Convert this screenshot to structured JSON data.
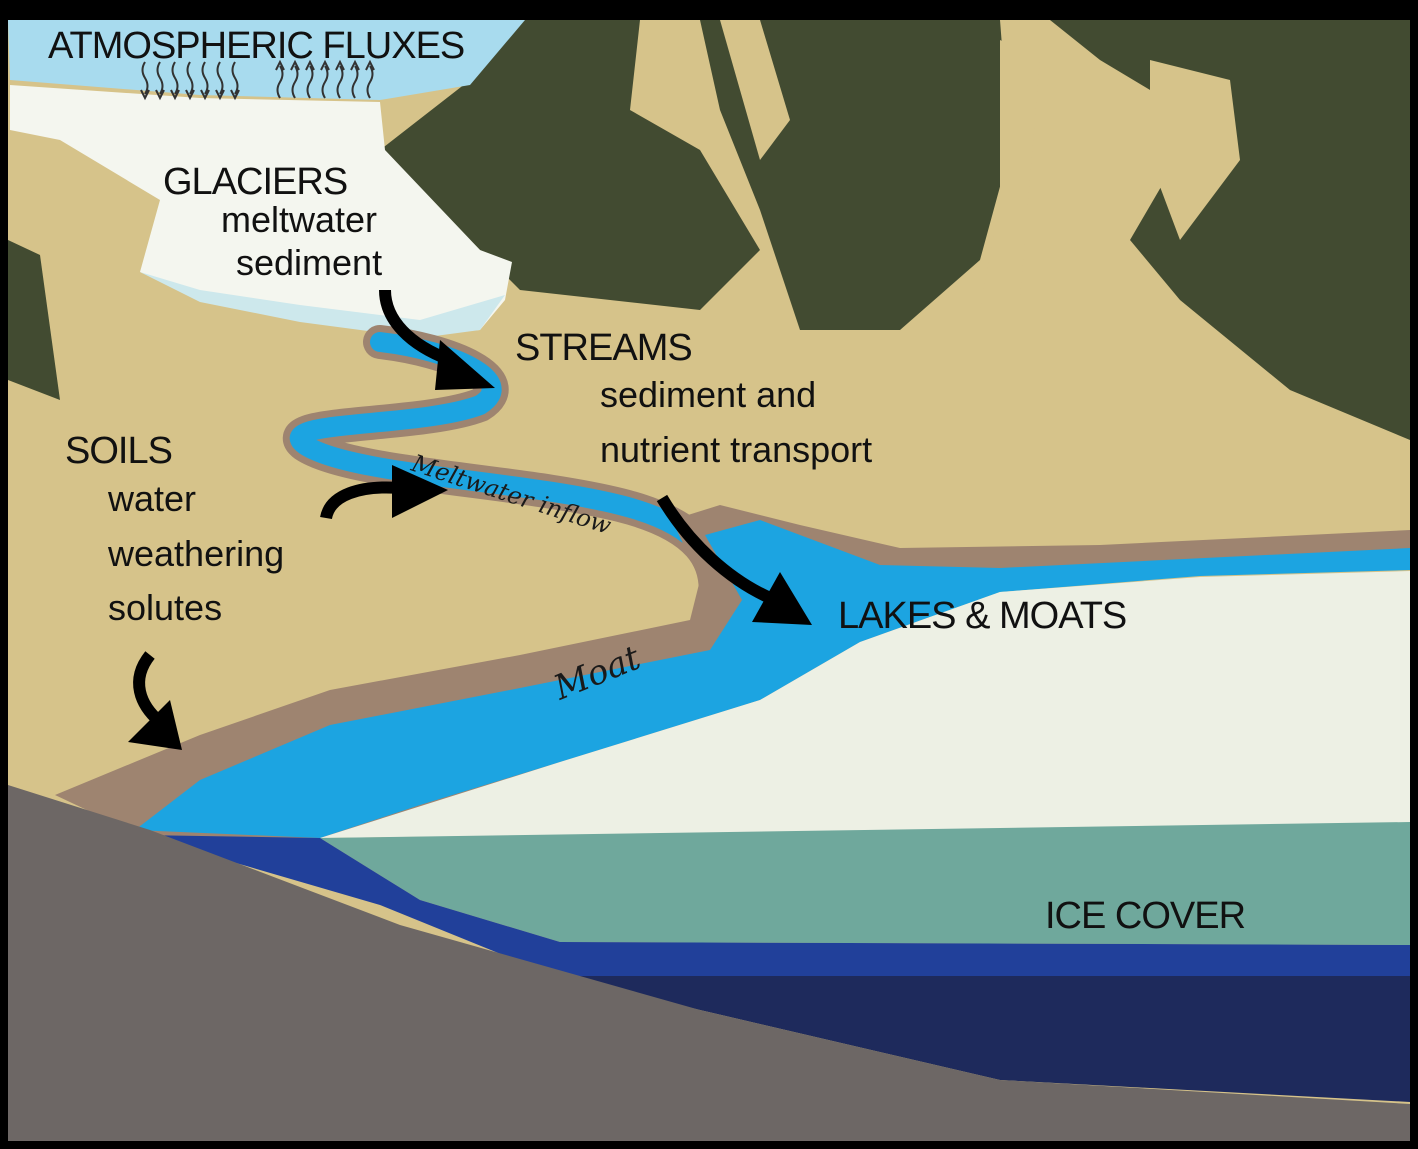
{
  "labels": {
    "atmospheric": "ATMOSPHERIC FLUXES",
    "glaciers": "GLACIERS",
    "glaciers_sub": [
      "meltwater",
      "sediment"
    ],
    "streams": "STREAMS",
    "streams_sub": [
      "sediment and",
      "nutrient transport"
    ],
    "soils": "SOILS",
    "soils_sub": [
      "water",
      "weathering",
      "solutes"
    ],
    "lakes": "LAKES & MOATS",
    "ice_cover": "ICE COVER",
    "meltwater_inflow": "Meltwater inflow",
    "moat": "Moat"
  },
  "colors": {
    "sand": "#d6c38a",
    "mountain": "#424b31",
    "sky": "#a8dbee",
    "stream": "#1ca4e1",
    "bank": "#9e8470",
    "lake_ice": "#edf0e4",
    "ice_cover": "#6fa89c",
    "deep_blue": "#21409a",
    "navy": "#1e2a5c",
    "rock": "#6d6765"
  }
}
